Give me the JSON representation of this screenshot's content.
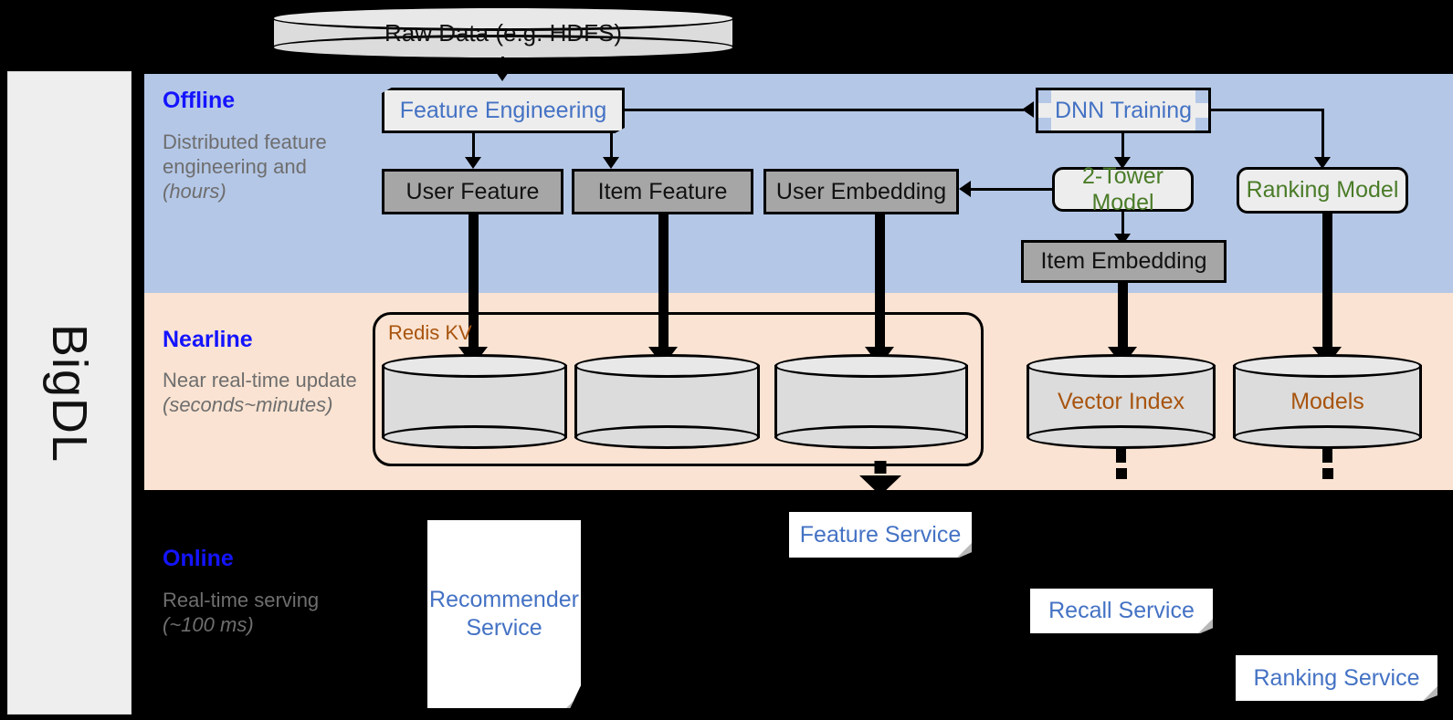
{
  "framework": {
    "name": "BigDL"
  },
  "bands": [
    {
      "key": "offline",
      "title": "Offline",
      "subtitle": "Distributed feature engineering and ",
      "subtitle_italic": "(hours)",
      "color": "#b4c7e7"
    },
    {
      "key": "nearline",
      "title": "Nearline",
      "subtitle": "Near real-time update ",
      "subtitle_italic": "(seconds~minutes)",
      "color": "#fae3d2"
    },
    {
      "key": "online",
      "title": "Online",
      "subtitle": "Real-time serving ",
      "subtitle_italic": "(~100 ms)",
      "color": "#000000"
    }
  ],
  "source": {
    "raw_data_label": "Raw Data (e.g. HDFS)"
  },
  "offline": {
    "feature_engineering": "Feature Engineering",
    "dnn_training": "DNN Training",
    "user_feature": "User Feature",
    "item_feature": "Item Feature",
    "user_embedding": "User Embedding",
    "two_tower_model": "2-Tower Model",
    "ranking_model": "Ranking Model",
    "item_embedding": "Item Embedding"
  },
  "nearline": {
    "redis_group_label": "Redis KV",
    "stores": [
      "",
      "",
      ""
    ],
    "vector_index": "Vector Index",
    "models": "Models"
  },
  "online": {
    "recommender_service": "Recommender Service",
    "feature_service": "Feature Service",
    "recall_service": "Recall Service",
    "ranking_service": "Ranking Service"
  },
  "colors": {
    "offline_band": "#b4c7e7",
    "nearline_band": "#fae3d2",
    "online_band": "#000000",
    "band_title": "#1414ff",
    "band_subtitle": "#6e6e6e",
    "blue_text": "#4472c4",
    "green_text": "#4a7c28",
    "brown_text": "#a8540e",
    "gray_box": "#a6a6a6",
    "light_box": "#ededed",
    "rail": "#eeeeee"
  }
}
